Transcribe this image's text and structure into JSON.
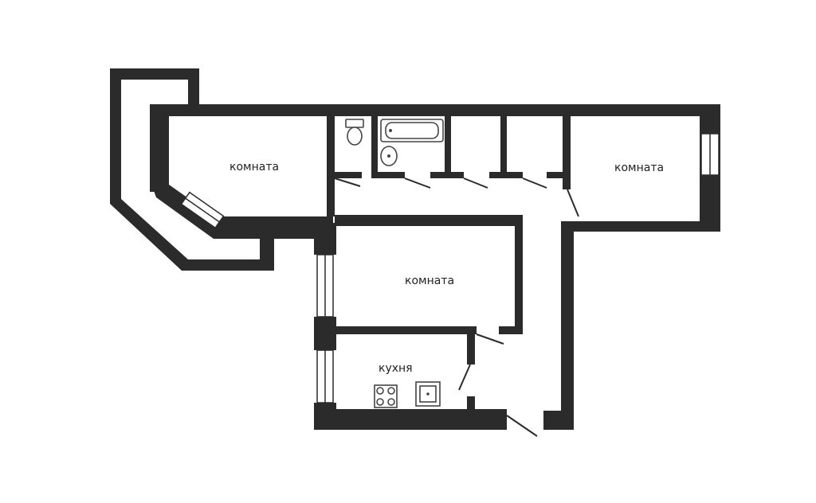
{
  "rooms": {
    "room_left": "комната",
    "room_right": "комната",
    "room_center": "комната",
    "kitchen": "кухня"
  }
}
